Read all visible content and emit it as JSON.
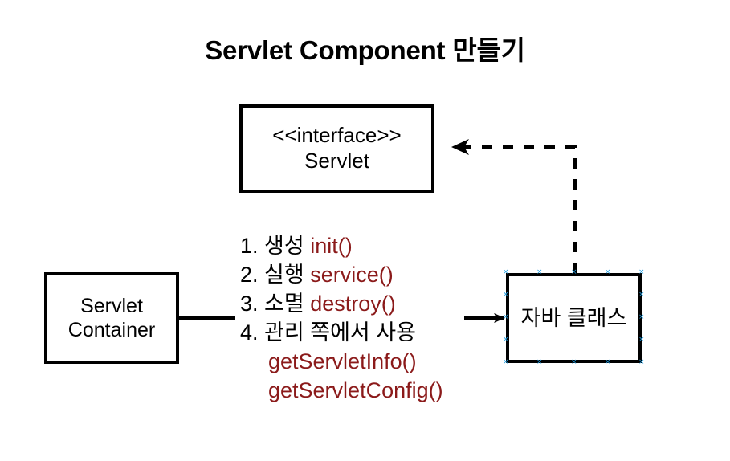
{
  "title": "Servlet Component 만들기",
  "colors": {
    "background": "#ffffff",
    "stroke": "#000000",
    "api_text": "#8b1a1a",
    "selection_handle": "#1a9ae0"
  },
  "nodes": {
    "interface": {
      "stereotype": "<<interface>>",
      "name": "Servlet"
    },
    "container": {
      "line1": "Servlet",
      "line2": "Container"
    },
    "javaclass": {
      "label": "자바 클래스",
      "selected": true
    }
  },
  "steps": [
    {
      "num": "1.",
      "ko": "생성",
      "api": "init()"
    },
    {
      "num": "2.",
      "ko": "실행",
      "api": "service()"
    },
    {
      "num": "3.",
      "ko": "소멸",
      "api": "destroy()"
    },
    {
      "num": "4.",
      "ko": "관리 쪽에서 사용",
      "api": ""
    }
  ],
  "step_extra_apis": [
    "getServletInfo()",
    "getServletConfig()"
  ],
  "connectors": {
    "realization": {
      "style": "dashed",
      "arrowhead": "closed-triangle",
      "from": "javaclass",
      "to": "interface"
    },
    "association": {
      "style": "solid",
      "arrowhead": "solid-triangle",
      "from": "container",
      "to": "javaclass"
    }
  },
  "handles": {
    "glyph": "×"
  }
}
